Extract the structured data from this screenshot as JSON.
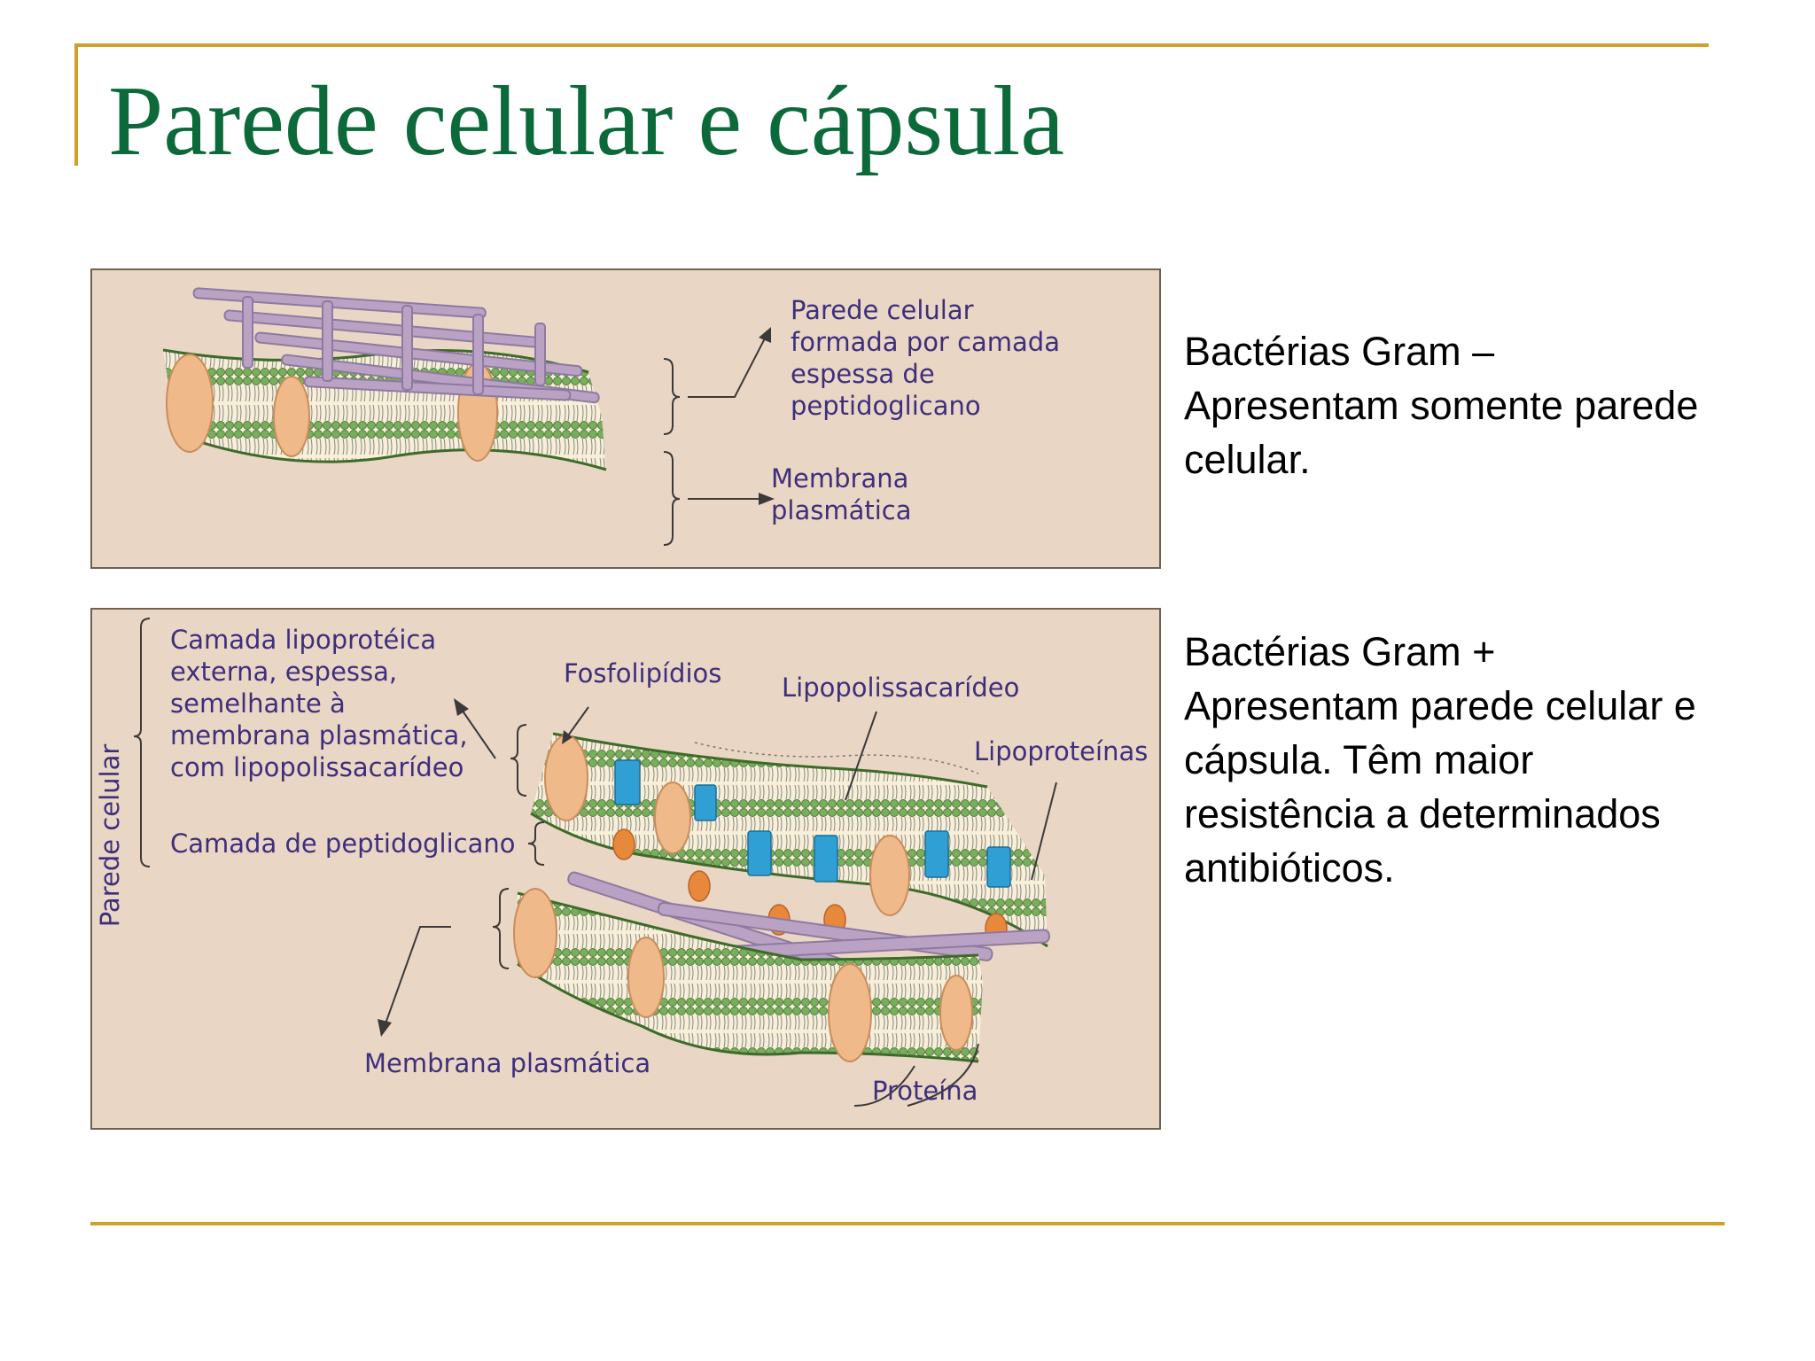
{
  "title": "Parede celular e cápsula",
  "gram_negative": {
    "lines": [
      "Bactérias Gram –",
      "Apresentam somente parede",
      "celular."
    ]
  },
  "gram_positive": {
    "lines": [
      "Bactérias Gram +",
      "Apresentam parede celular e",
      "cápsula. Têm maior",
      "resistência a determinados",
      "antibióticos."
    ]
  },
  "diagram_top": {
    "label_wall": [
      "Parede celular",
      "formada por camada",
      "espessa de",
      "peptidoglicano"
    ],
    "label_membrane": [
      "Membrana",
      "plasmática"
    ]
  },
  "diagram_bottom": {
    "side_label": "Parede celular",
    "label_outer": [
      "Camada lipoprotéica",
      "externa, espessa,",
      "semelhante à",
      "membrana plasmática,",
      "com lipopolissacarídeo"
    ],
    "label_peptido": "Camada de peptidoglicano",
    "label_phospholipids": "Fosfolipídios",
    "label_lps": "Lipopolissacarídeo",
    "label_lipoproteins": "Lipoproteínas",
    "label_membrane": "Membrana plasmática",
    "label_protein": "Proteína"
  },
  "colors": {
    "accent": "#cfa12a",
    "title": "#0c6a3a",
    "panel_bg": "#ead6c4",
    "label": "#3d2f7c",
    "lipid_head": "#6aa84f",
    "peptidoglycan": "#b9a2c4",
    "protein": "#f0b98a",
    "lipoprotein": "#2f9fd4",
    "orange_protein": "#e8883a"
  }
}
